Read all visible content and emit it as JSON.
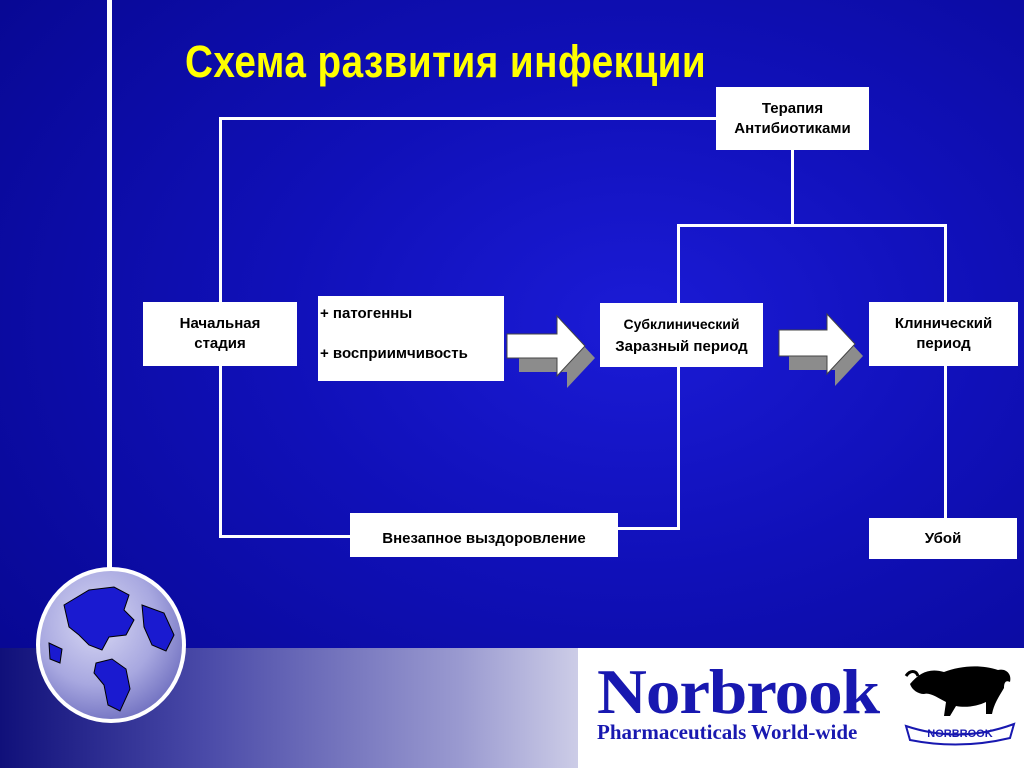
{
  "slide": {
    "title": "Схема развития инфекции"
  },
  "diagram": {
    "nodes": {
      "therapy": {
        "line1": "Терапия",
        "line2": "Антибиотиками"
      },
      "initial": {
        "line1": "Начальная",
        "line2": "стадия"
      },
      "factors": {
        "line1": "+ патогенны",
        "line2": "+ восприимчивость"
      },
      "subclinical": {
        "line1": "Субклинический",
        "line2": "Заразный период"
      },
      "clinical": {
        "line1": "Клинический",
        "line2": "период"
      },
      "recovery": {
        "label": "Внезапное выздоровление"
      },
      "slaughter": {
        "label": "Убой"
      }
    }
  },
  "footer": {
    "brand": "Norbrook",
    "tagline": "Pharmaceuticals World-wide",
    "logo_badge": "NORBROOK"
  },
  "colors": {
    "background": "#1010b8",
    "title": "#ffff00",
    "brand": "#1818b0",
    "box": "#ffffff"
  }
}
